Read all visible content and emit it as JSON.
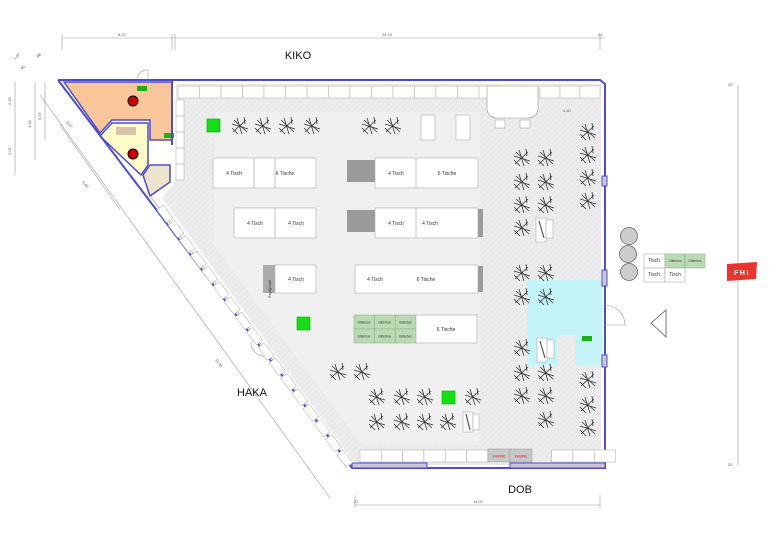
{
  "areas": {
    "kiko": "KIKO",
    "haka": "HAKA",
    "dob": "DOB"
  },
  "dimensions": {
    "top": [
      "6,22",
      "24,74",
      "22"
    ],
    "bottom": [
      "22",
      "14,01"
    ],
    "left": [
      "2,33",
      "4,33",
      "5,97",
      "2,07"
    ],
    "diagonal": [
      "3,57",
      "3,42",
      "11,40"
    ],
    "corner": [
      "1,97",
      "98",
      "40"
    ],
    "right": [
      "20",
      "20"
    ],
    "inner": "4,40"
  },
  "tables": {
    "row1_left": [
      "4 Tisch",
      "6 Tische"
    ],
    "row2_left": [
      "4 Tisch",
      "4 Tisch"
    ],
    "row3_left": [
      "4 Tisch"
    ],
    "row1_mid": [
      "4 Tisch",
      "6 Tische"
    ],
    "row2_mid": [
      "4 Tisch",
      "4 Tisch"
    ],
    "row3_mid": [
      "4 Tisch",
      "6 Tische"
    ],
    "row4_mid": [
      "6 Tische"
    ],
    "regalgondel": "Regalgondel",
    "gitterbox": "Gitterbox",
    "outside": [
      "Tisch",
      "Gitterbox",
      "Gitterbox",
      "Tisch",
      "Tisch"
    ]
  },
  "kabine": [
    "KABINE",
    "KABINE"
  ],
  "logo": "FHI",
  "colors": {
    "storage": "#f9c59a",
    "office": "#fdfcc8",
    "fitting": "#ece4cf",
    "entrance": "#c4f4f8",
    "marker": "#12e012",
    "fire": "#d00000",
    "wall": "#4d4dcc"
  }
}
